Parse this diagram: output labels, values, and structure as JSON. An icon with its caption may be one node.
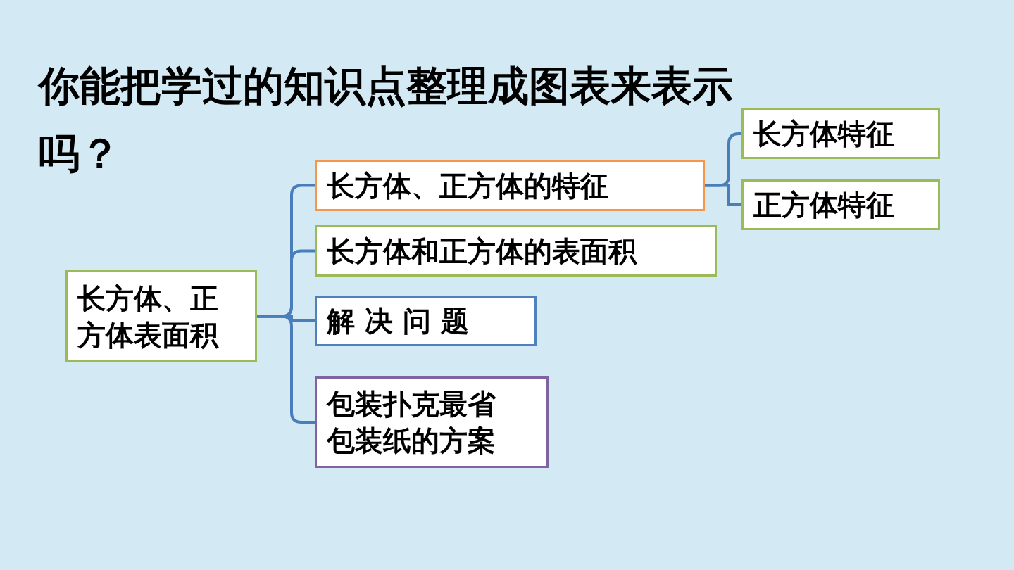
{
  "diagram": {
    "title": "你能把学过的知识点整理成图表来表示吗？",
    "nodes": [
      {
        "text": [
          "长方体、正方体表面积"
        ]
      },
      {
        "text": [
          "长方体、正方体的特征"
        ]
      },
      {
        "text": [
          "长方体和正方体的表面积"
        ]
      },
      {
        "text": [
          "解 决 问 题"
        ]
      },
      {
        "text": [
          "包装扑克最省包装纸的方案"
        ]
      },
      {
        "text": [
          "长方体特征"
        ]
      },
      {
        "text": [
          "正方体特征"
        ]
      }
    ],
    "edges": [
      {
        "from": 0,
        "to": 1,
        "arrow": "none"
      },
      {
        "from": 0,
        "to": 2,
        "arrow": "none"
      },
      {
        "from": 0,
        "to": 3,
        "arrow": "none"
      },
      {
        "from": 0,
        "to": 4,
        "arrow": "none"
      },
      {
        "from": 1,
        "to": 5,
        "arrow": "none"
      },
      {
        "from": 1,
        "to": 6,
        "arrow": "none"
      }
    ]
  }
}
